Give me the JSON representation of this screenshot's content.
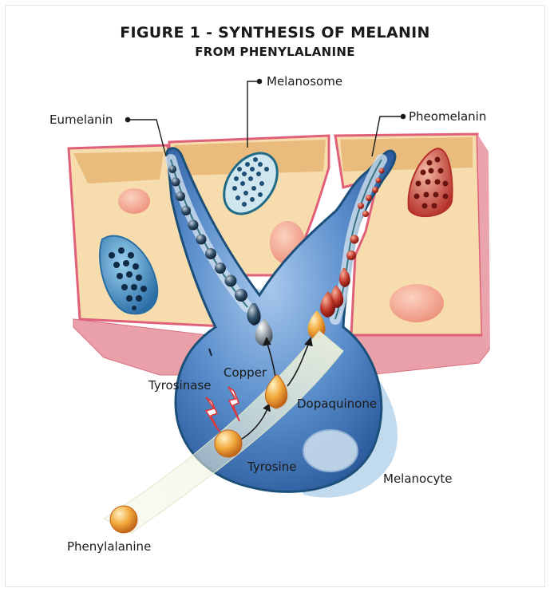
{
  "figure": {
    "title_line1": "FIGURE 1 - SYNTHESIS OF MELANIN",
    "title_line2": "FROM PHENYLALANINE"
  },
  "labels": {
    "melanosome": "Melanosome",
    "eumelanin": "Eumelanin",
    "pheomelanin": "Pheomelanin",
    "tyrosinase": "Tyrosinase",
    "copper": "Copper",
    "dopaquinone": "Dopaquinone",
    "tyrosine": "Tyrosine",
    "melanocyte": "Melanocyte",
    "phenylalanine": "Phenylalanine"
  },
  "colors": {
    "cell_fill": "#f6d9a6",
    "cell_border": "#e0607a",
    "melanocyte_blue": "#4f86c8",
    "eumelanin_dark": "#1f3b52",
    "pheomelanin_red": "#a7241a",
    "amino_acid_orange": "#e8962a"
  }
}
